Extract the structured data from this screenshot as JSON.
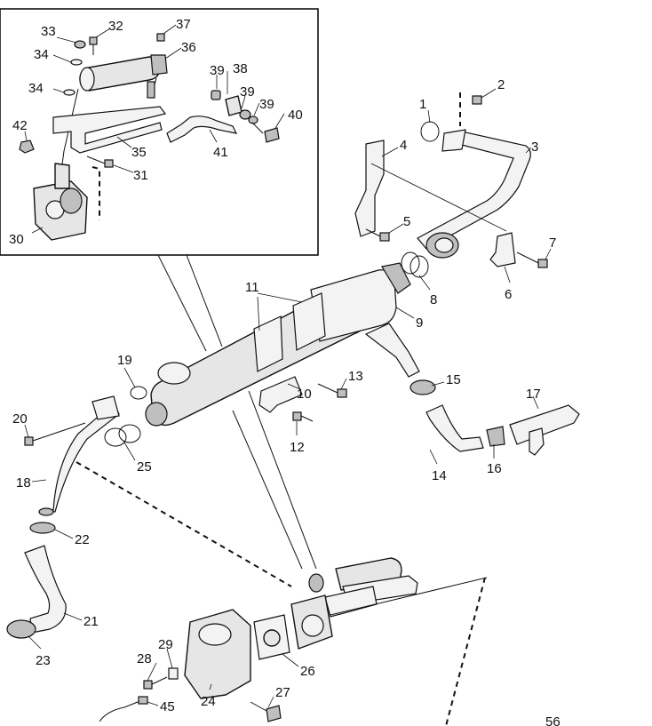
{
  "callouts": [
    {
      "id": "c1",
      "label": "1"
    },
    {
      "id": "c2",
      "label": "2"
    },
    {
      "id": "c3",
      "label": "3"
    },
    {
      "id": "c4",
      "label": "4"
    },
    {
      "id": "c5",
      "label": "5"
    },
    {
      "id": "c6",
      "label": "6"
    },
    {
      "id": "c7",
      "label": "7"
    },
    {
      "id": "c8",
      "label": "8"
    },
    {
      "id": "c9",
      "label": "9"
    },
    {
      "id": "c10",
      "label": "10"
    },
    {
      "id": "c11",
      "label": "11"
    },
    {
      "id": "c12",
      "label": "12"
    },
    {
      "id": "c13",
      "label": "13"
    },
    {
      "id": "c14",
      "label": "14"
    },
    {
      "id": "c15",
      "label": "15"
    },
    {
      "id": "c16",
      "label": "16"
    },
    {
      "id": "c17",
      "label": "17"
    },
    {
      "id": "c18",
      "label": "18"
    },
    {
      "id": "c19",
      "label": "19"
    },
    {
      "id": "c20",
      "label": "20"
    },
    {
      "id": "c21",
      "label": "21"
    },
    {
      "id": "c22",
      "label": "22"
    },
    {
      "id": "c23",
      "label": "23"
    },
    {
      "id": "c24",
      "label": "24"
    },
    {
      "id": "c25",
      "label": "25"
    },
    {
      "id": "c26",
      "label": "26"
    },
    {
      "id": "c27",
      "label": "27"
    },
    {
      "id": "c28",
      "label": "28"
    },
    {
      "id": "c29",
      "label": "29"
    },
    {
      "id": "c30",
      "label": "30"
    },
    {
      "id": "c31",
      "label": "31"
    },
    {
      "id": "c32",
      "label": "32"
    },
    {
      "id": "c33",
      "label": "33"
    },
    {
      "id": "c34a",
      "label": "34"
    },
    {
      "id": "c34b",
      "label": "34"
    },
    {
      "id": "c35",
      "label": "35"
    },
    {
      "id": "c36",
      "label": "36"
    },
    {
      "id": "c37",
      "label": "37"
    },
    {
      "id": "c38",
      "label": "38"
    },
    {
      "id": "c39a",
      "label": "39"
    },
    {
      "id": "c39b",
      "label": "39"
    },
    {
      "id": "c39c",
      "label": "39"
    },
    {
      "id": "c40",
      "label": "40"
    },
    {
      "id": "c41",
      "label": "41"
    },
    {
      "id": "c42",
      "label": "42"
    },
    {
      "id": "c45",
      "label": "45"
    }
  ],
  "page_number": "56"
}
